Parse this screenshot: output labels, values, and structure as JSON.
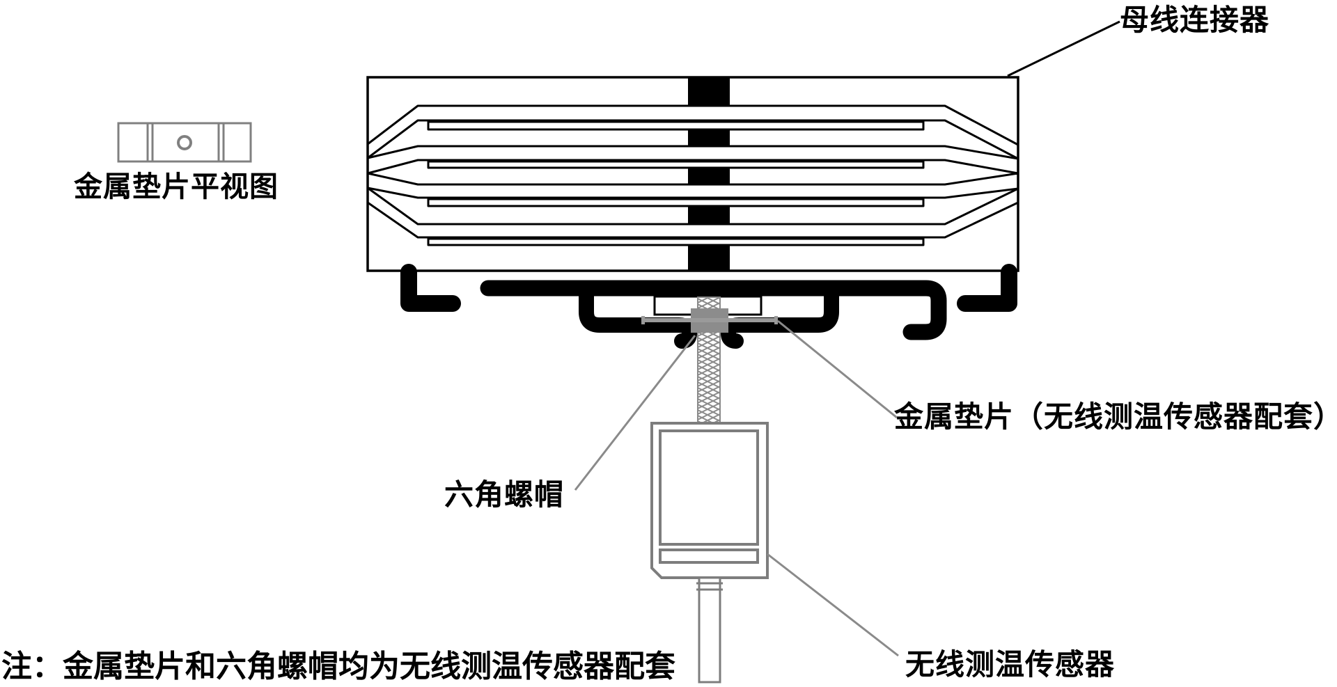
{
  "figure": {
    "type": "technical-diagram",
    "subject": "busbar connector with wireless temperature sensor installation"
  },
  "labels": {
    "busbar_connector": "母线连接器",
    "gasket_plan_view": "金属垫片平视图",
    "hex_nut": "六角螺帽",
    "metal_gasket": "金属垫片（无线测温传感器配套）",
    "wireless_sensor": "无线测温传感器",
    "note": "注：金属垫片和六角螺帽均为无线测温传感器配套"
  },
  "colors": {
    "line": "#000000",
    "leader_gray": "#8a8a8a",
    "gasket_gray": "#9a9a9a",
    "nut_gray": "#8c8c8c",
    "sensor_gray": "#7d7d7d",
    "plan_gray": "#808080",
    "background": "#ffffff"
  }
}
